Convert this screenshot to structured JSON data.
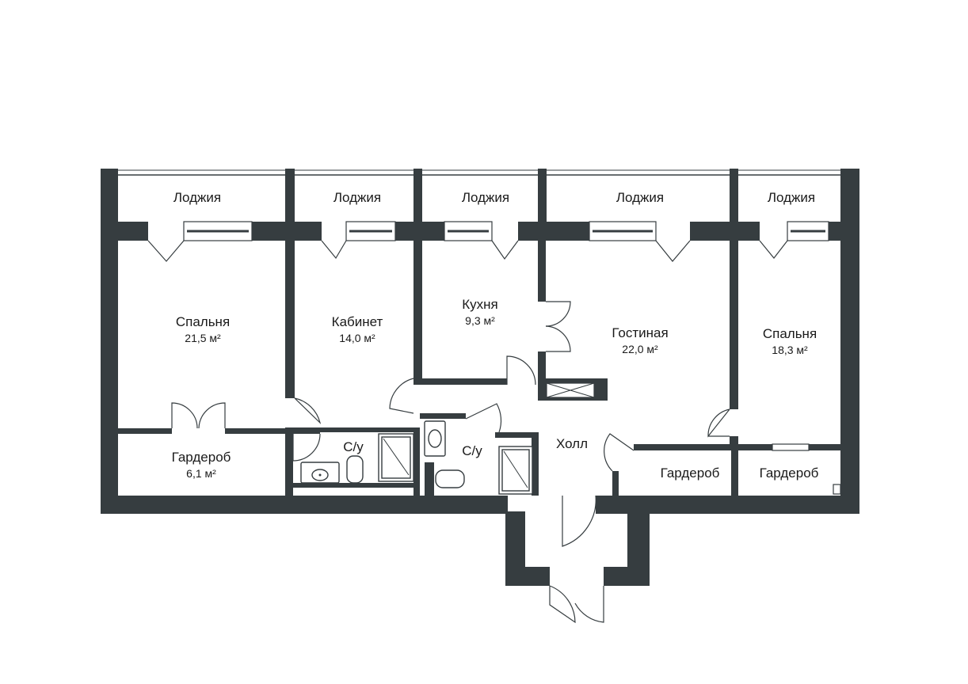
{
  "rooms": {
    "loggia_1": {
      "name": "Лоджия"
    },
    "loggia_2": {
      "name": "Лоджия"
    },
    "loggia_3": {
      "name": "Лоджия"
    },
    "loggia_4": {
      "name": "Лоджия"
    },
    "loggia_5": {
      "name": "Лоджия"
    },
    "bedroom_left": {
      "name": "Спальня",
      "area": "21,5 м²"
    },
    "study": {
      "name": "Кабинет",
      "area": "14,0 м²"
    },
    "kitchen": {
      "name": "Кухня",
      "area": "9,3 м²"
    },
    "living": {
      "name": "Гостиная",
      "area": "22,0 м²"
    },
    "bedroom_right": {
      "name": "Спальня",
      "area": "18,3 м²"
    },
    "wardrobe_left": {
      "name": "Гардероб",
      "area": "6,1 м²"
    },
    "bath_1": {
      "name": "С/у"
    },
    "bath_2": {
      "name": "С/у"
    },
    "hall": {
      "name": "Холл"
    },
    "wardrobe_mid": {
      "name": "Гардероб"
    },
    "wardrobe_right": {
      "name": "Гардероб"
    }
  },
  "colors": {
    "wall": "#363d40",
    "background": "#ffffff"
  }
}
